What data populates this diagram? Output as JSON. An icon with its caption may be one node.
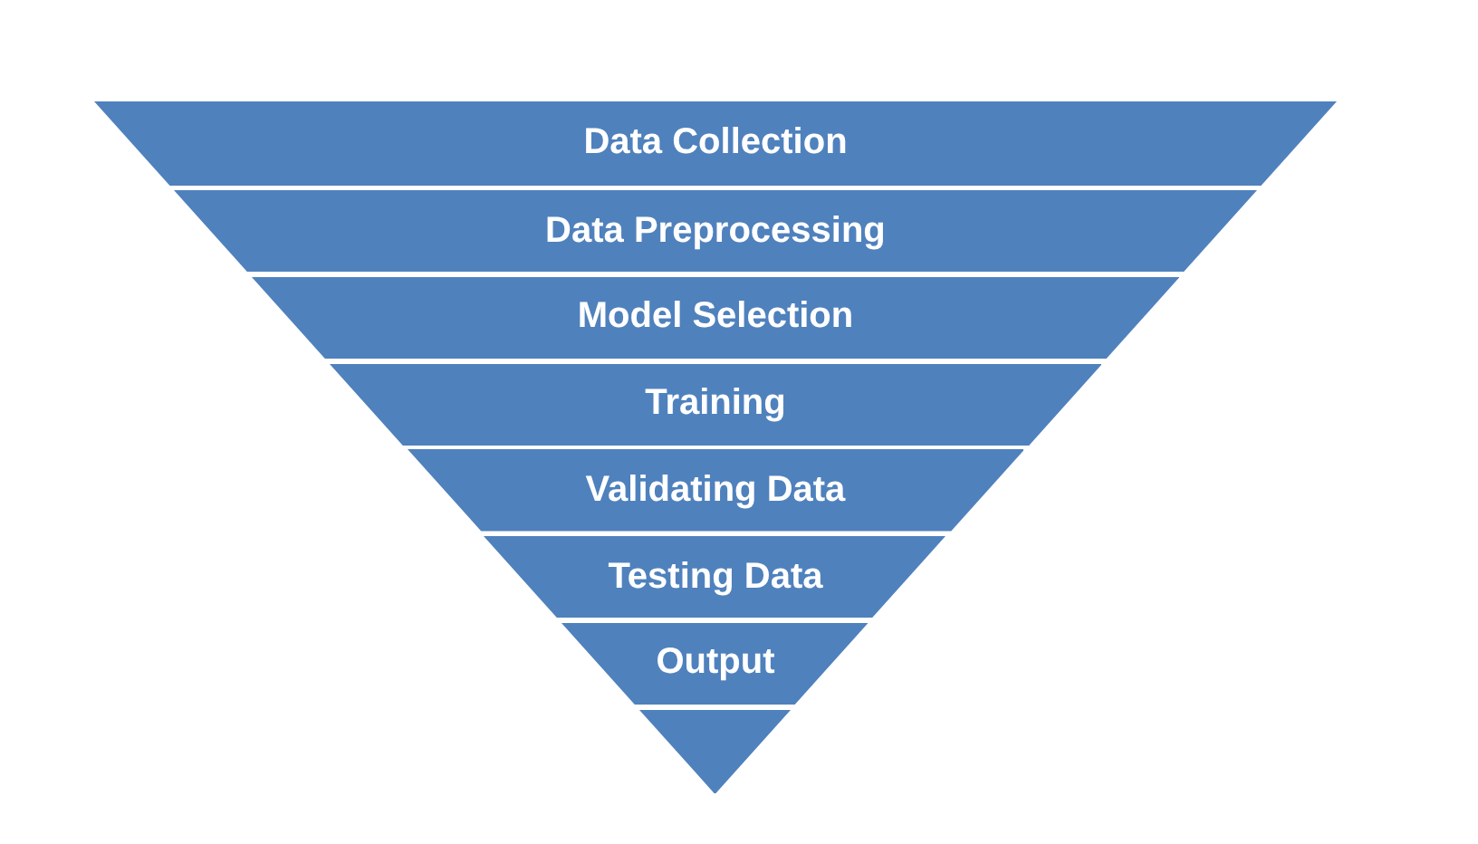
{
  "diagram": {
    "nodes": [
      {
        "text": [
          "Data Collection"
        ]
      },
      {
        "text": [
          "Data Preprocessing"
        ]
      },
      {
        "text": [
          "Model Selection"
        ]
      },
      {
        "text": [
          "Training"
        ]
      },
      {
        "text": [
          "Validating Data"
        ]
      },
      {
        "text": [
          "Testing Data"
        ]
      },
      {
        "text": [
          "Output"
        ]
      },
      {
        "text": [],
        "shape": "triangle"
      }
    ]
  }
}
